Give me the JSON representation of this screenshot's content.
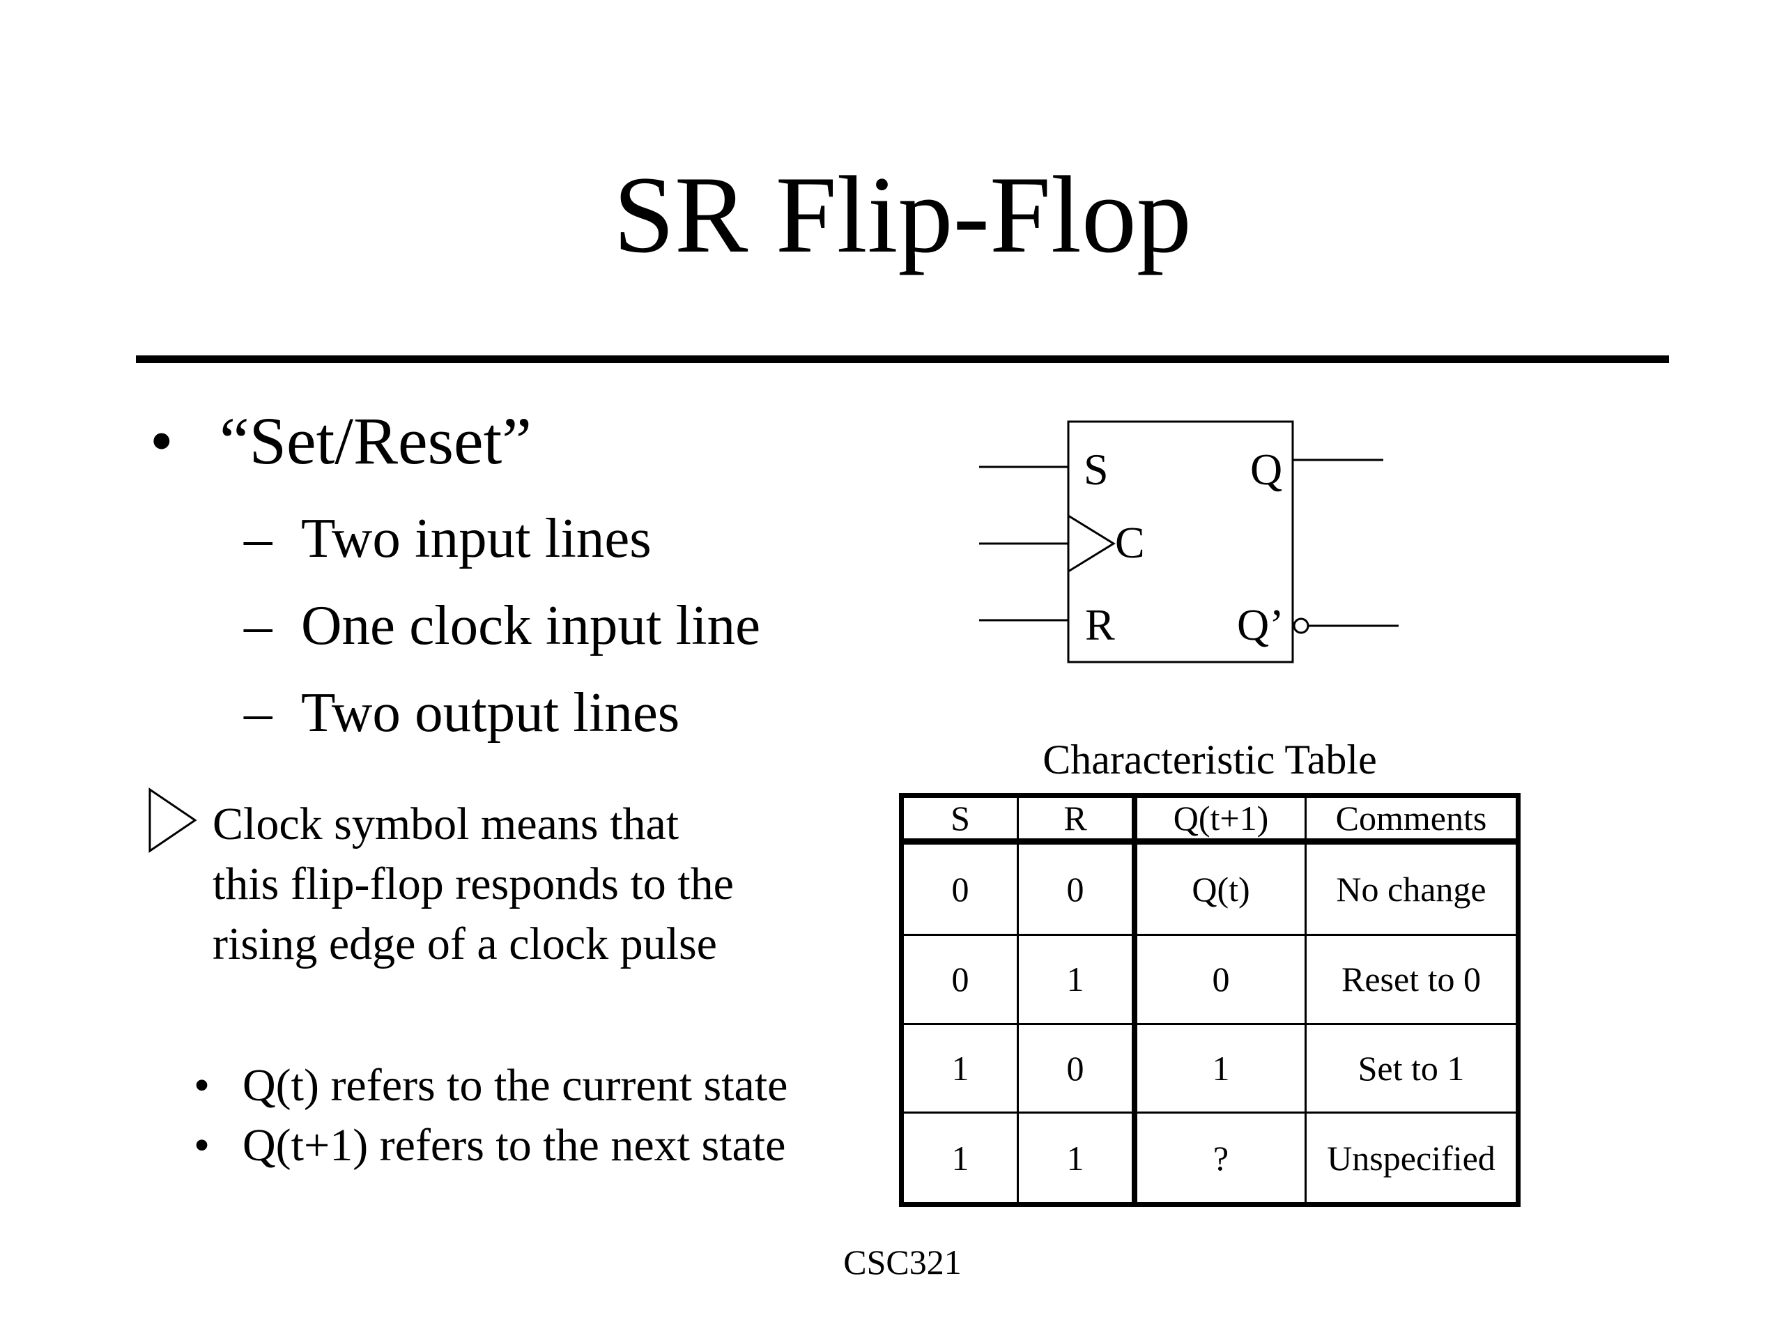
{
  "slide": {
    "title": "SR Flip-Flop",
    "footer": "CSC321"
  },
  "bullets": {
    "main_marker": "•",
    "main": "“Set/Reset”",
    "sub_marker": "–",
    "sub": [
      "Two input lines",
      "One clock input line",
      "Two output lines"
    ]
  },
  "clock_note": {
    "icon": "clock-triangle-icon",
    "lines": [
      "Clock symbol means that",
      "this flip-flop responds to the",
      "rising edge of a clock pulse"
    ]
  },
  "state_notes": {
    "marker": "•",
    "items": [
      "Q(t) refers to the current state",
      "Q(t+1) refers to the next state"
    ]
  },
  "diagram": {
    "input_s": "S",
    "input_c": "C",
    "input_r": "R",
    "output_q": "Q",
    "output_q_not": "Q’"
  },
  "characteristic_table": {
    "caption": "Characteristic Table",
    "headers": [
      "S",
      "R",
      "Q(t+1)",
      "Comments"
    ],
    "rows": [
      [
        "0",
        "0",
        "Q(t)",
        "No change"
      ],
      [
        "0",
        "1",
        "0",
        "Reset to 0"
      ],
      [
        "1",
        "0",
        "1",
        "Set to 1"
      ],
      [
        "1",
        "1",
        "?",
        "Unspecified"
      ]
    ]
  }
}
